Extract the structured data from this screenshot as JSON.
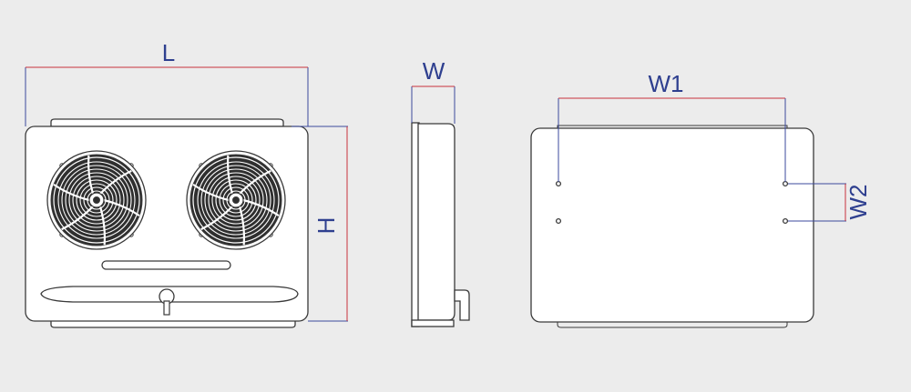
{
  "drawing": {
    "dimension_labels": {
      "length": "L",
      "width": "W",
      "height": "H",
      "hole_spacing_horizontal": "W1",
      "hole_spacing_vertical": "W2"
    },
    "colors": {
      "background": "#ececec",
      "outline": "#3a3a3a",
      "dimension_red": "#c8323c",
      "dimension_blue": "#3b4a9c",
      "label": "#2e3f8f"
    },
    "views": [
      "front-view-with-fans",
      "side-view",
      "rear-view-mounting-holes"
    ],
    "fan_count": 2
  }
}
